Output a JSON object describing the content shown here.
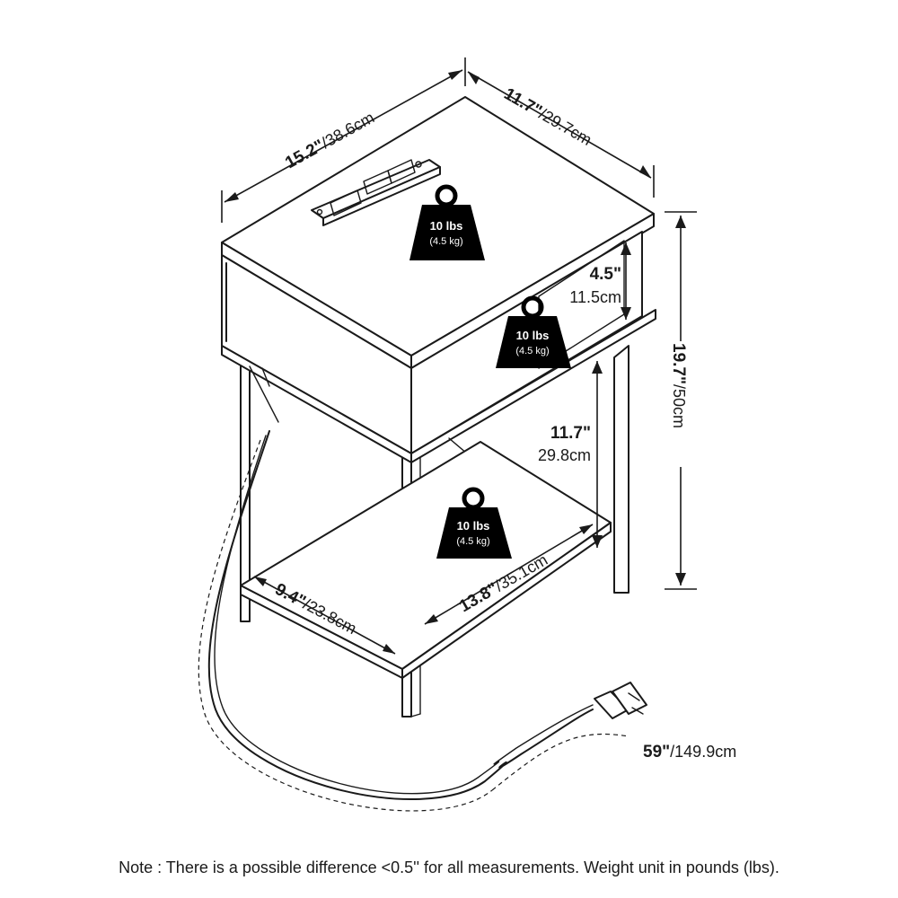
{
  "dimensions": {
    "width": {
      "imperial": "15.2\"",
      "metric": "/38.6cm"
    },
    "depth": {
      "imperial": "11.7\"",
      "metric": "/29.7cm"
    },
    "height": {
      "imperial": "19.7\"",
      "metric": "/50cm"
    },
    "drawer_gap": {
      "imperial": "4.5\"",
      "metric": "11.5cm"
    },
    "shelf_gap": {
      "imperial": "11.7\"",
      "metric": "29.8cm"
    },
    "shelf_width": {
      "imperial": "13.8\"",
      "metric": "/35.1cm"
    },
    "shelf_depth": {
      "imperial": "9.4\"",
      "metric": "/23.8cm"
    },
    "cord_length": {
      "imperial": "59\"",
      "metric": "/149.9cm"
    }
  },
  "weights": [
    {
      "label": "10 lbs",
      "sub": "(4.5 kg)"
    },
    {
      "label": "10 lbs",
      "sub": "(4.5 kg)"
    },
    {
      "label": "10 lbs",
      "sub": "(4.5 kg)"
    }
  ],
  "note": "Note : There is a possible difference <0.5'' for all measurements. Weight unit in pounds (lbs)."
}
